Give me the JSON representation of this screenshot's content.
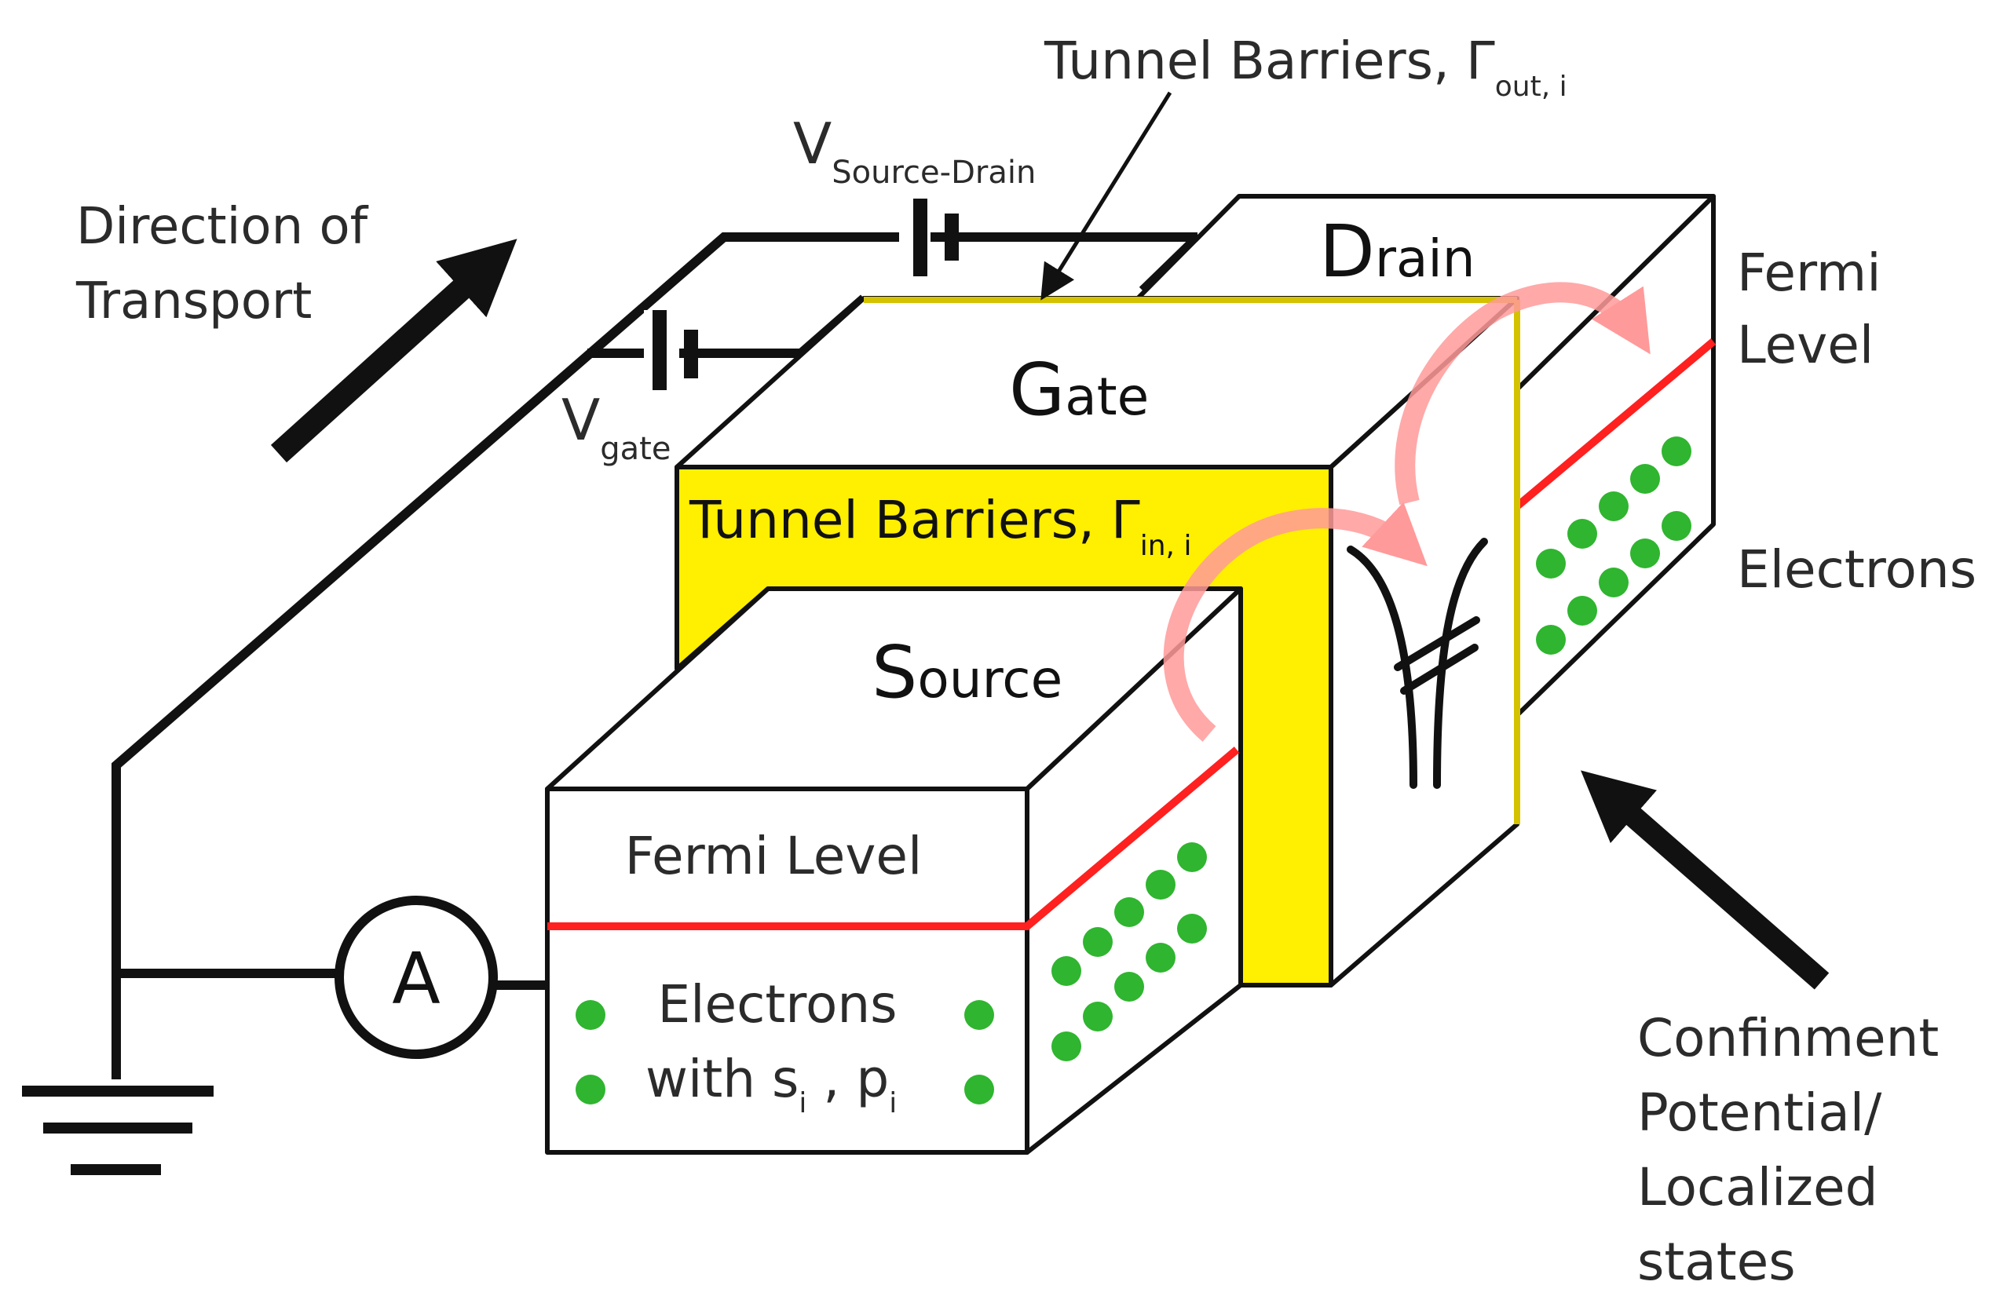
{
  "labels": {
    "direction_line1": "Direction of",
    "direction_line2": "Transport",
    "vsd_main": "V",
    "vsd_sub": "Source-Drain",
    "vgate_main": "V",
    "vgate_sub": "gate",
    "tb_out_main": "Tunnel Barriers, Γ",
    "tb_out_sub": "out, i",
    "tb_in_main": "Tunnel Barriers, Γ",
    "tb_in_sub": "in, i",
    "drain_initial": "D",
    "drain_rest": "rain",
    "gate_initial": "G",
    "gate_rest": "ate",
    "source_initial": "S",
    "source_rest": "ource",
    "fermi_right_line1": "Fermi",
    "fermi_right_line2": "Level",
    "electrons_right": "Electrons",
    "fermi_front": "Fermi Level",
    "electrons_front_line1": "Electrons",
    "electrons_front_with": "with s",
    "electrons_front_i1": "i",
    "electrons_front_p": " , p",
    "electrons_front_i2": "i",
    "ammeter": "A",
    "confinement_line1": "Confinment",
    "confinement_line2": "Potential/",
    "confinement_line3": "Localized",
    "confinement_line4": "states"
  },
  "colors": {
    "barrier_fill": "#ffef00",
    "fermi_line": "#ff2020",
    "electron_dot": "#2fb52f",
    "tunnel_arrow": "#ff9a9a",
    "outline": "#111111"
  }
}
